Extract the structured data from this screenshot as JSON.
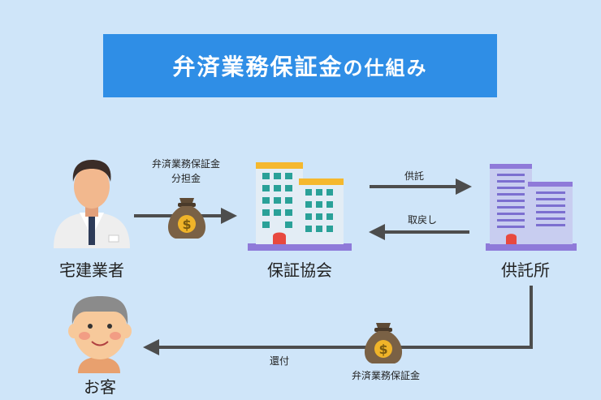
{
  "title": {
    "main": "弁済業務保証金",
    "suffix": "の仕組み"
  },
  "nodes": {
    "agent": "宅建業者",
    "association": "保証協会",
    "deposit_office": "供託所",
    "customer": "お客"
  },
  "edges": {
    "share_line1": "弁済業務保証金",
    "share_line2": "分担金",
    "deposit": "供託",
    "withdrawal": "取戻し",
    "refund": "還付",
    "refund_money": "弁済業務保証金"
  },
  "icons": [
    "agent-person-icon",
    "association-building-icon",
    "deposit-office-building-icon",
    "customer-person-icon",
    "money-bag-icon"
  ],
  "colors": {
    "background": "#cfe5f9",
    "banner": "#2f8ee6",
    "arrow": "#4d4d4d",
    "money_bag": "#7a6145",
    "coin": "#f0b429",
    "building_teal": "#2aa198",
    "building_purple": "#8f7ad9"
  }
}
